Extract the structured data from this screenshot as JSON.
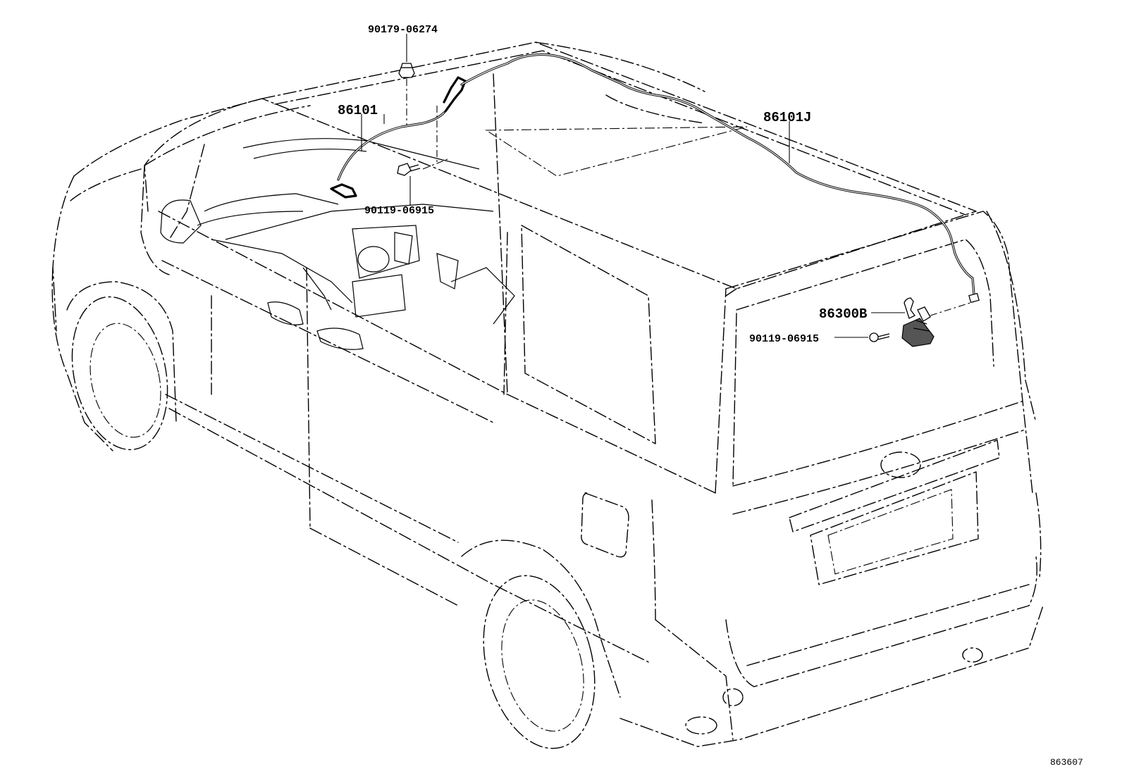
{
  "diagram": {
    "labels": {
      "nut_top": "90179-06274",
      "antenna_front": "86101",
      "antenna_rear": "86101J",
      "bolt_front": "90119-06915",
      "antenna_amp": "86300B",
      "bolt_rear": "90119-06915"
    },
    "figure_code": "863607"
  }
}
